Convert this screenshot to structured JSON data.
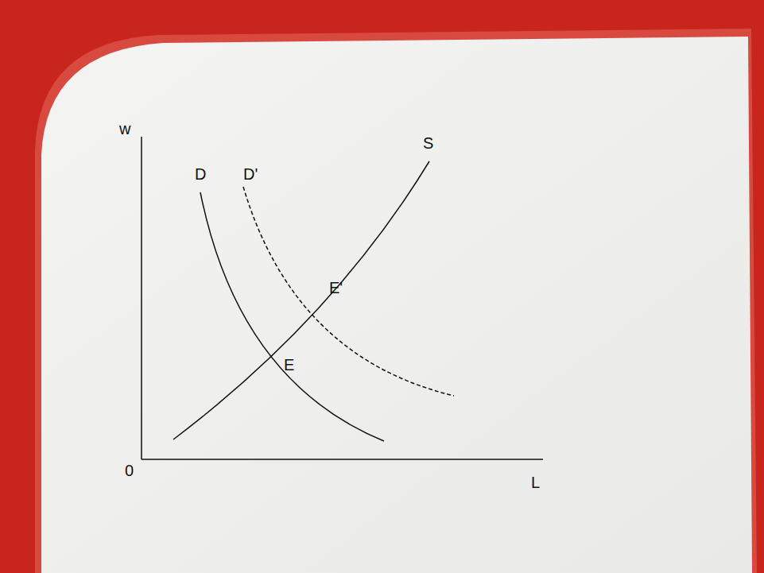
{
  "diagram": {
    "labels": [
      "w",
      "S",
      "D",
      "D'",
      "E'",
      "E",
      "0",
      "L"
    ]
  }
}
